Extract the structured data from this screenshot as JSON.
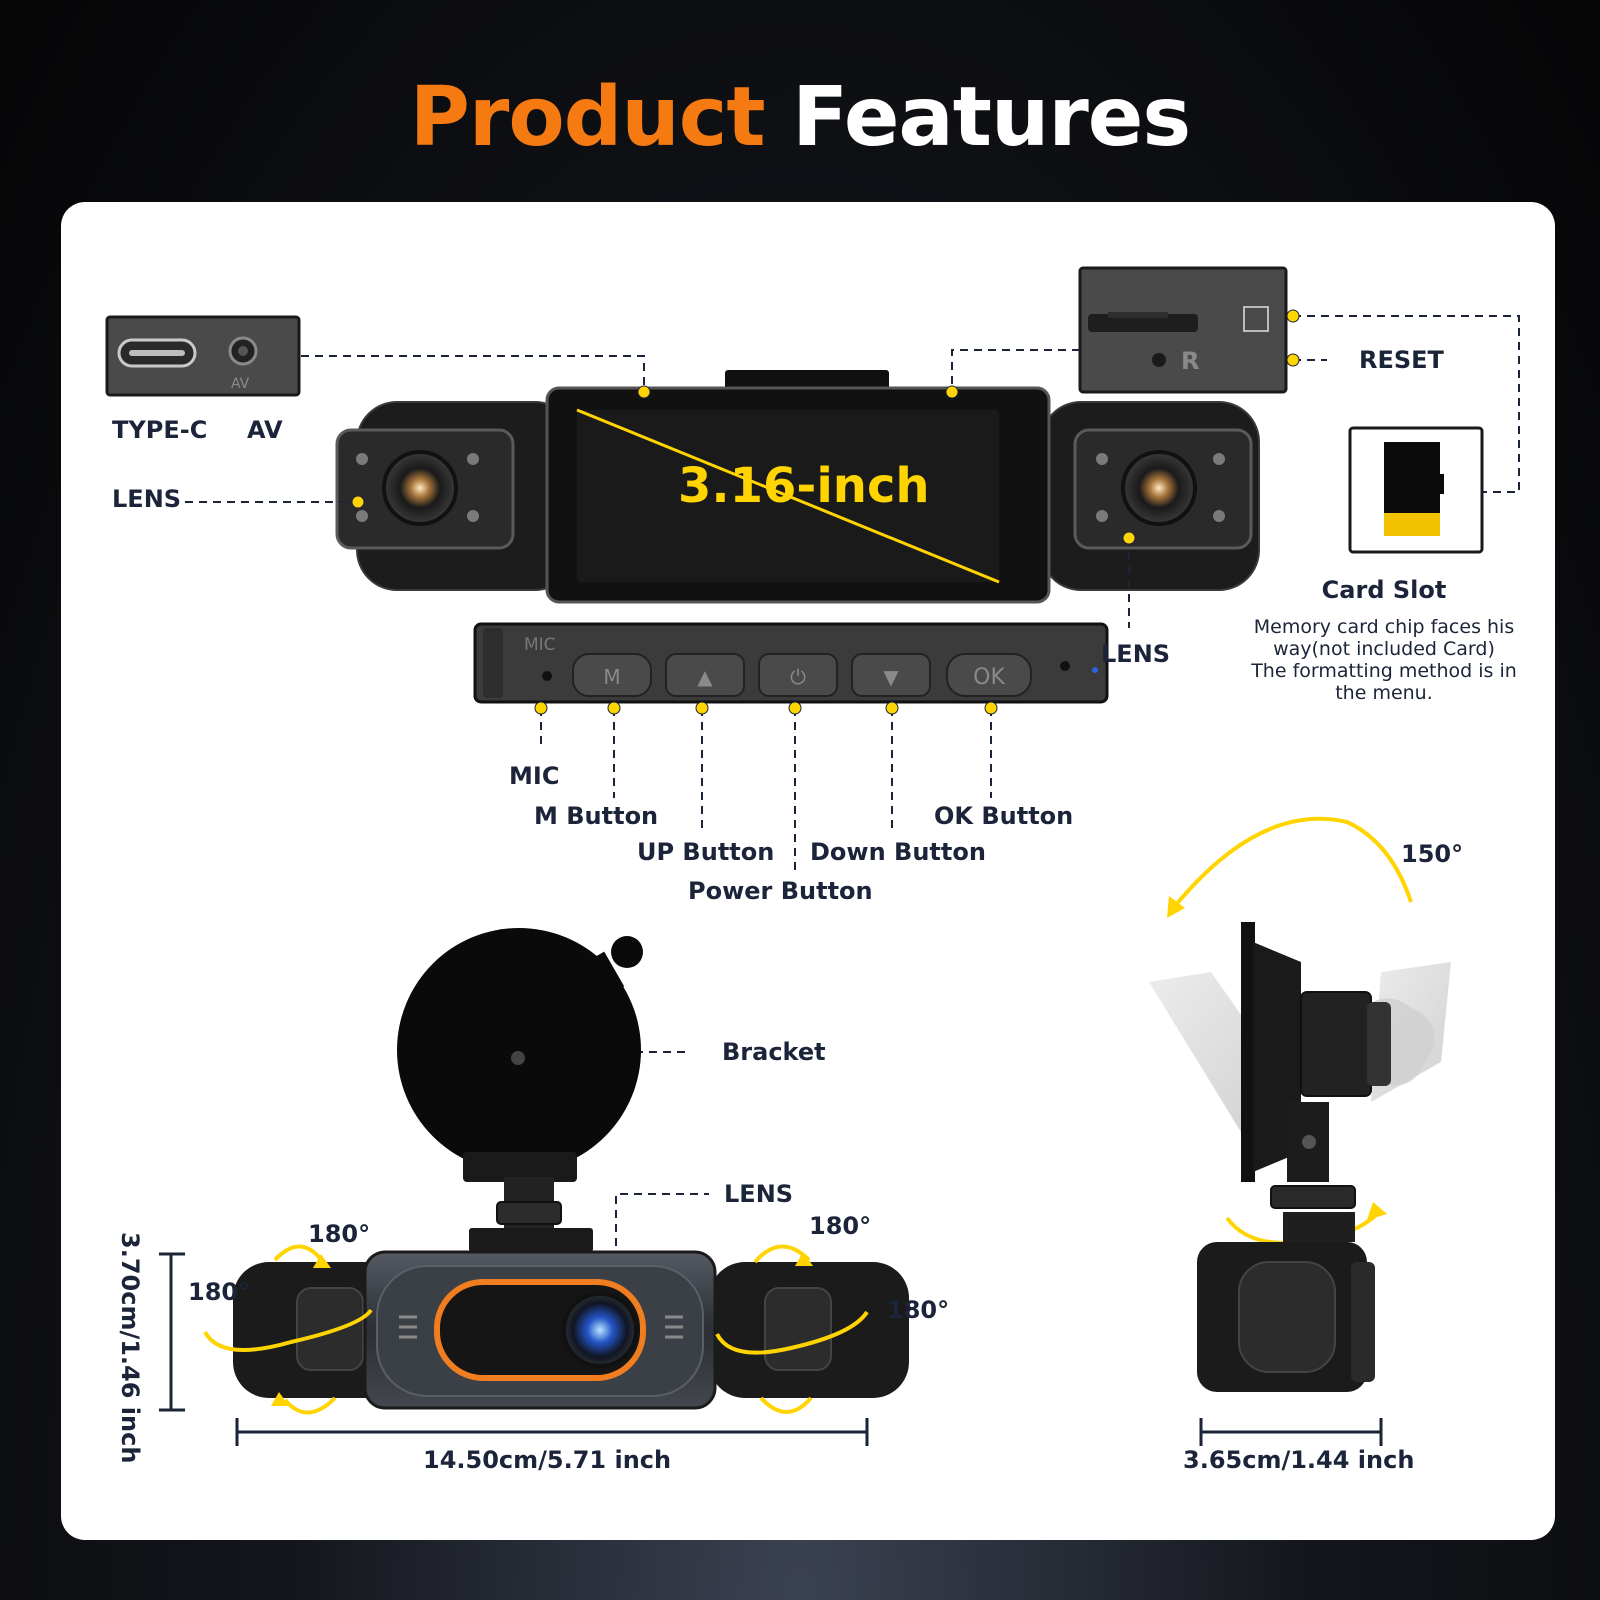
{
  "title": {
    "part1": "Product",
    "part2": "Features"
  },
  "colors": {
    "accent_orange": "#f57a12",
    "marker_yellow": "#ffd400",
    "label_navy": "#1b2438"
  },
  "device": {
    "screen_size": "3.16-inch",
    "port_labels": {
      "type_c": "TYPE-C",
      "av": "AV"
    },
    "lens_labels": {
      "left": "LENS",
      "right": "LENS",
      "bottom": "LENS"
    },
    "button_strip": {
      "mic_print": "MIC",
      "buttons": [
        "M",
        "▲",
        "⏻",
        "▼",
        "OK"
      ]
    },
    "control_labels": {
      "mic": "MIC",
      "m_button": "M Button",
      "up_button": "UP Button",
      "power_button": "Power Button",
      "down_button": "Down Button",
      "ok_button": "OK Button"
    },
    "slot_labels": {
      "reset": "RESET",
      "reset_print": "R",
      "card_slot": "Card Slot"
    },
    "card_note": [
      "Memory card chip faces his",
      "way(not included Card)",
      "The formatting method is in",
      "the menu."
    ]
  },
  "mount": {
    "bracket": "Bracket",
    "rotations": {
      "r1": "180°",
      "r2": "180°",
      "r3": "180°",
      "r4": "180°",
      "tilt": "150°"
    },
    "dimensions": {
      "height": "3.70cm/1.46 inch",
      "width": "14.50cm/5.71 inch",
      "depth": "3.65cm/1.44 inch"
    }
  }
}
